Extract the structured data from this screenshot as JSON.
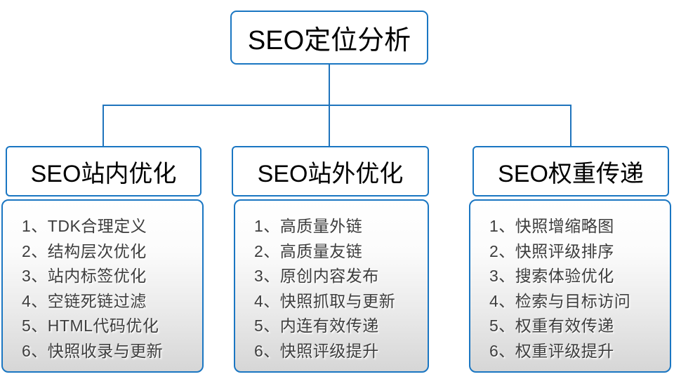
{
  "diagram": {
    "root": {
      "title": "SEO定位分析"
    },
    "branches": [
      {
        "title": "SEO站内优化",
        "items": [
          "1、TDK合理定义",
          "2、结构层次优化",
          "3、站内标签优化",
          "4、空链死链过滤",
          "5、HTML代码优化",
          "6、快照收录与更新"
        ]
      },
      {
        "title": "SEO站外优化",
        "items": [
          "1、高质量外链",
          "2、高质量友链",
          "3、原创内容发布",
          "4、快照抓取与更新",
          "5、内连有效传递",
          "6、快照评级提升"
        ]
      },
      {
        "title": "SEO权重传递",
        "items": [
          "1、快照增缩略图",
          "2、快照评级排序",
          "3、搜索体验优化",
          "4、检索与目标访问",
          "5、权重有效传递",
          "6、权重评级提升"
        ]
      }
    ],
    "colors": {
      "accent_blue": "#1a76c2",
      "header_text": "#000000",
      "list_text": "#3d3d3d",
      "list_gradient_bottom": "#d6d6d6"
    }
  }
}
